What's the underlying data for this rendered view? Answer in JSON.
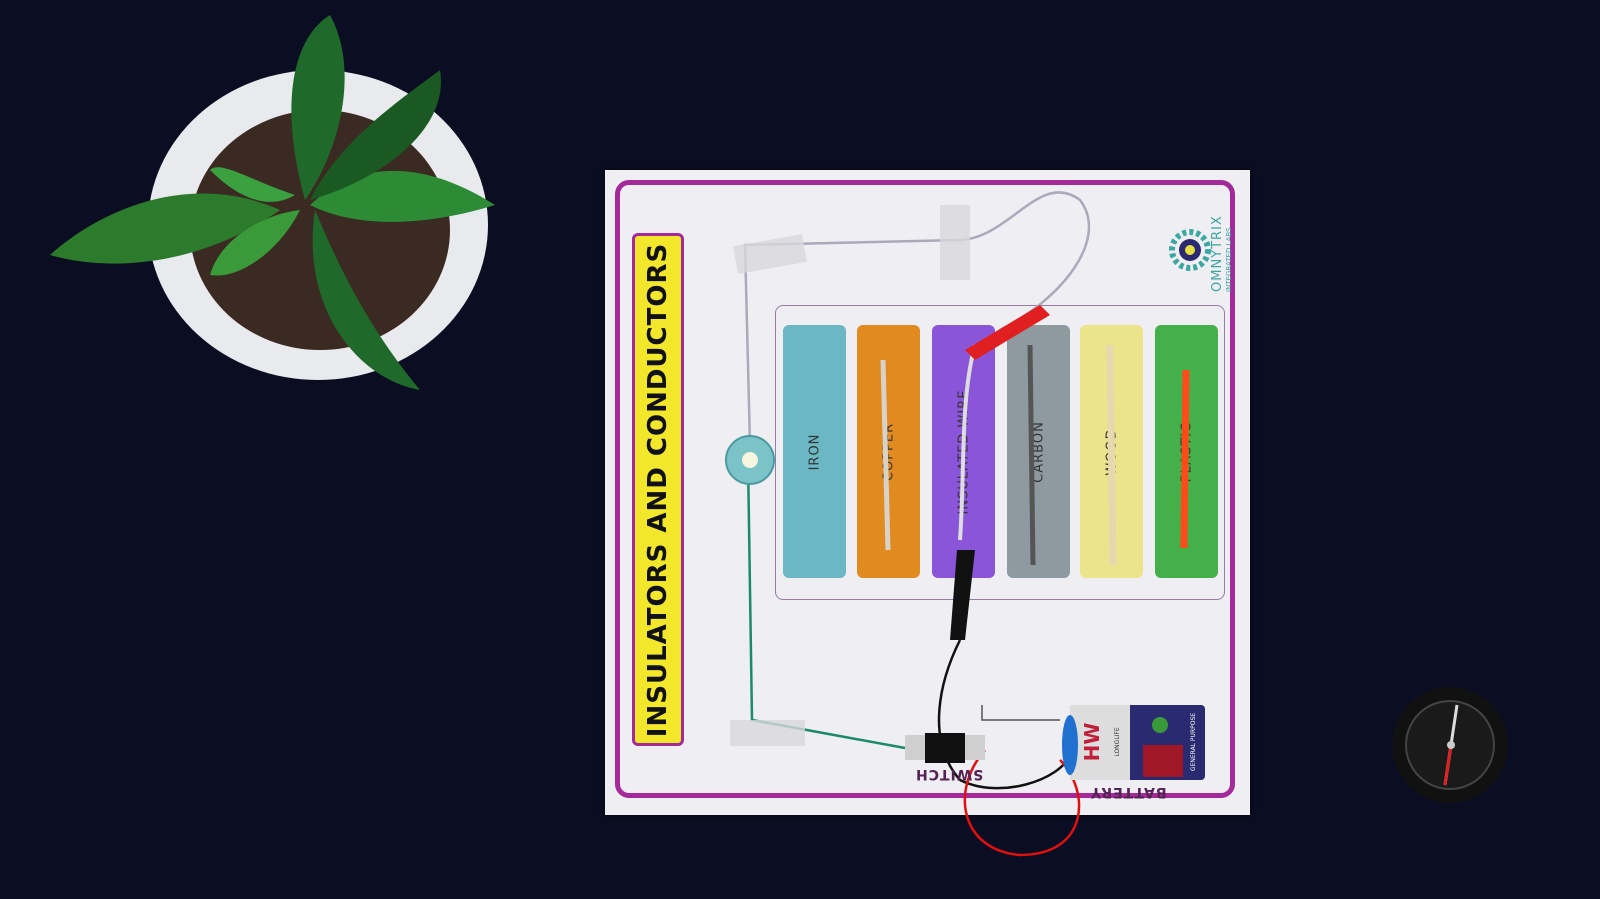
{
  "board": {
    "title": "INSULATORS AND CONDUCTORS",
    "materials": [
      {
        "label": "IRON",
        "color": "#6bb8c4"
      },
      {
        "label": "COPPER",
        "color": "#e08a20"
      },
      {
        "label": "INSULATED WIRE",
        "color": "#8a55d8"
      },
      {
        "label": "CARBON",
        "color": "#8e9aa0"
      },
      {
        "label": "WOOD",
        "color": "#ece48a"
      },
      {
        "label": "PLASTIC",
        "color": "#44b04a"
      }
    ],
    "switch_label": "SWITCH",
    "battery_label": "BATTERY",
    "logo": {
      "name": "OMNYTRIX",
      "subtitle": "INTEGRATED LABS"
    }
  },
  "battery": {
    "brand": "HW",
    "tagline": "LONGLIFE",
    "type": "GENERAL PURPOSE"
  }
}
